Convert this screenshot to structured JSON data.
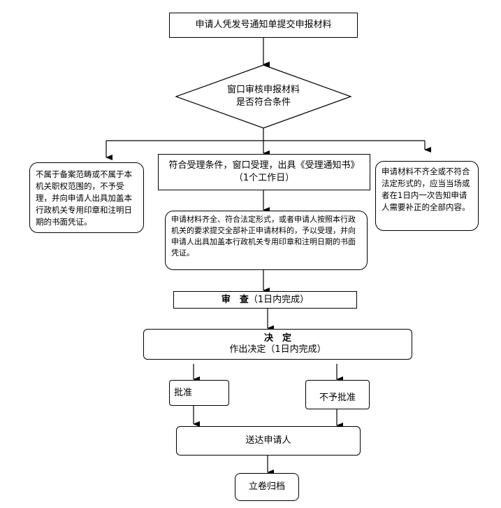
{
  "nodes": {
    "submit": "申请人凭发号通知单提交申报材料",
    "review_line1": "窗口审核申报材料",
    "review_line2": "是否符合条件",
    "accept_line1": "符合受理条件，窗口受理，出具《受理通知书》",
    "accept_line2": "（1个工作日）",
    "reject": "不属于备案范畴或不属于本机关职权范围的，不予受理，并向申请人出具加盖本行政机关专用印章和注明日期的书面凭证。",
    "incomplete": "申请材料不齐全或不符合法定形式的，应当当场或者在1日内一次告知申请人需要补正的全部内容。",
    "complete": "申请材料齐全、符合法定形式，或者申请人按照本行政机关的要求提交全部补正申请材料的，予以受理，并向申请人出具加盖本行政机关专用印章和注明日期的书面凭证。",
    "examine_bold": "审　查",
    "examine_rest": "（1日内完成）",
    "decide_bold": "决　定",
    "decide_rest": "作出决定（1日内完成）",
    "approve": "批准",
    "deny": "不予批准",
    "deliver": "送达申请人",
    "archive": "立卷归档"
  }
}
